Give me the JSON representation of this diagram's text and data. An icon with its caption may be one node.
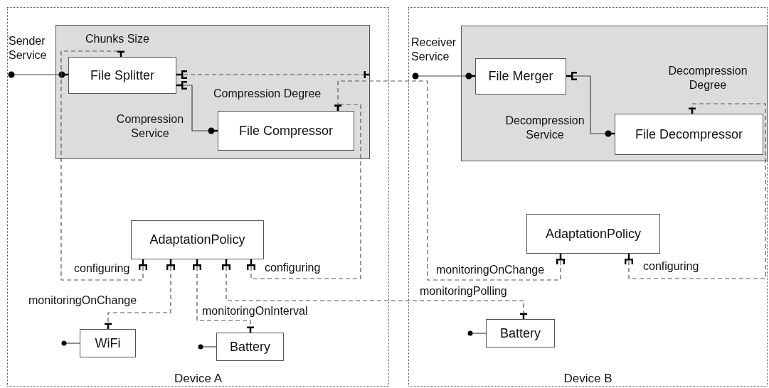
{
  "diagram": {
    "nodes": [
      {
        "text": [
          "Device A"
        ]
      },
      {
        "text": [],
        "shape": "box",
        "in": 0
      },
      {
        "text": [
          "File Splitter"
        ],
        "in": 1
      },
      {
        "text": [
          "File Compressor"
        ],
        "in": 1
      },
      {
        "text": [
          "AdaptationPolicy"
        ],
        "in": 0
      },
      {
        "text": [
          "WiFi"
        ],
        "in": 0
      },
      {
        "text": [
          "Battery"
        ],
        "in": 0
      },
      {
        "text": [
          "Device B"
        ]
      },
      {
        "text": [],
        "shape": "box",
        "in": 7
      },
      {
        "text": [
          "File Merger"
        ],
        "in": 8
      },
      {
        "text": [
          "File Decompressor"
        ],
        "in": 8
      },
      {
        "text": [
          "AdaptationPolicy"
        ],
        "in": 7
      },
      {
        "text": [
          "Battery"
        ],
        "in": 7
      }
    ],
    "edges": [
      {
        "from": null,
        "to": 2,
        "arrow": "other"
      },
      {
        "from": 2,
        "to": 3,
        "arrow": "other"
      },
      {
        "from": 2,
        "to": 1,
        "arrow": "other",
        "style": "dashed"
      },
      {
        "from": 4,
        "to": 2,
        "arrow": "other",
        "style": "dashed"
      },
      {
        "from": 4,
        "to": 3,
        "arrow": "other",
        "style": "dashed"
      },
      {
        "from": 4,
        "to": 5,
        "arrow": "other",
        "style": "dashed"
      },
      {
        "from": 4,
        "to": 6,
        "arrow": "other",
        "style": "dashed"
      },
      {
        "from": 4,
        "to": 12,
        "arrow": "other",
        "style": "dashed"
      },
      {
        "from": 11,
        "to": 3,
        "arrow": "other",
        "style": "dashed"
      },
      {
        "from": 11,
        "to": 10,
        "arrow": "other",
        "style": "dashed"
      },
      {
        "from": null,
        "to": 9,
        "arrow": "other"
      },
      {
        "from": 9,
        "to": 10,
        "arrow": "other"
      }
    ],
    "labels": [
      "Chunks Size",
      "Sender Service",
      "Receiver Service",
      "Decompression Degree",
      "Compression Degree",
      "Compression Service",
      "Decompression Service",
      "configuring",
      "configuring",
      "monitoringOnChange",
      "configuring",
      "monitoringPolling",
      "monitoringOnChange",
      "monitoringOnInterval"
    ]
  }
}
